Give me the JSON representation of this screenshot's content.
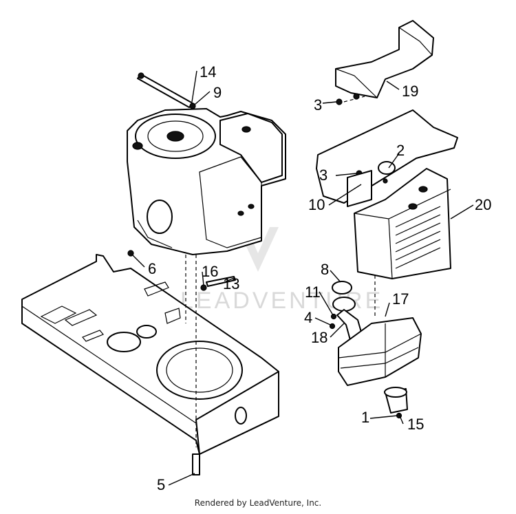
{
  "diagram": {
    "callouts": [
      "1",
      "2",
      "3",
      "3",
      "4",
      "5",
      "6",
      "8",
      "9",
      "10",
      "11",
      "13",
      "14",
      "15",
      "16",
      "17",
      "18",
      "19",
      "20"
    ],
    "watermark": "LEADVENTURE"
  },
  "footer": {
    "credit": "Rendered by LeadVenture, Inc."
  }
}
